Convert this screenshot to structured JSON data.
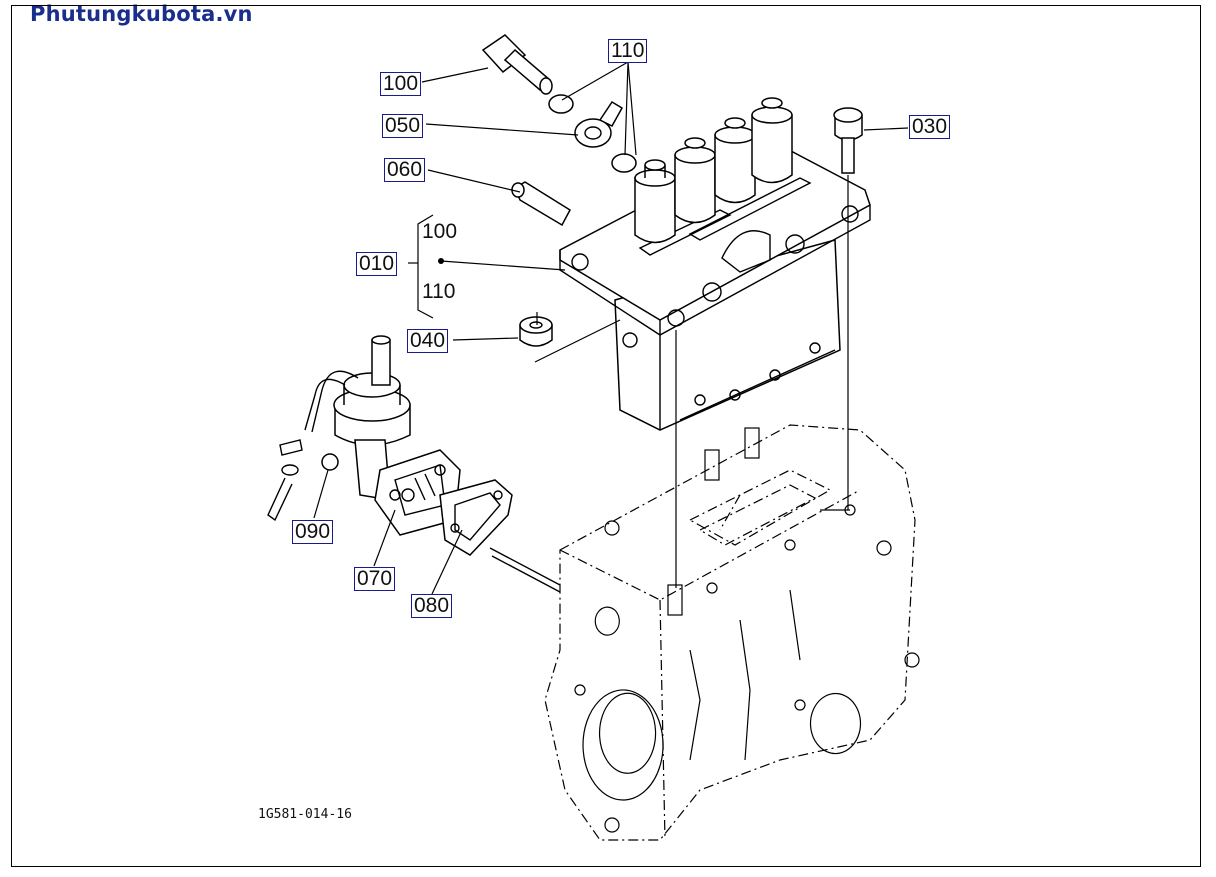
{
  "site": {
    "title": "Phutungkubota.vn"
  },
  "figure": {
    "id": "1G581-014-16"
  },
  "callouts": {
    "c100": "100",
    "c110": "110",
    "c050": "050",
    "c060": "060",
    "c010": "010",
    "c040": "040",
    "c030": "030",
    "c090": "090",
    "c070": "070",
    "c080": "080"
  },
  "group": {
    "sub1": "100",
    "sub2": "110"
  },
  "colors": {
    "brand": "#1a2e8c",
    "callout_border": "#1a1a8c"
  }
}
